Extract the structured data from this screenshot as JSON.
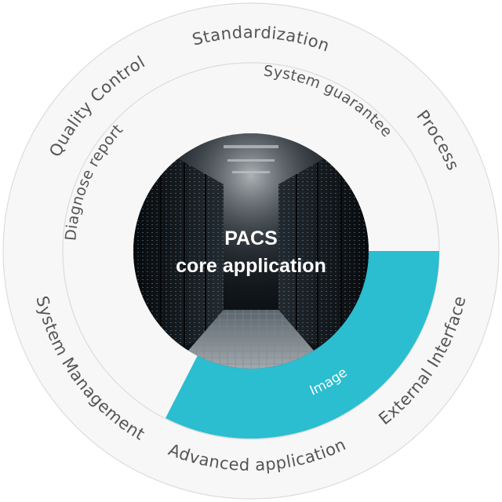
{
  "center": {
    "line1": "PACS",
    "line2": "core application"
  },
  "outer_ring": {
    "labels": {
      "standardization": "Standardization",
      "process": "Process",
      "external_interface": "External Interface",
      "advanced_application": "Advanced application",
      "system_management": "System Management",
      "quality_control": "Quality Control"
    }
  },
  "inner_ring": {
    "labels": {
      "system_guarantee": "System guarantee",
      "image": "Image",
      "diagnose_report": "Diagnose report"
    },
    "highlight_segment": "image"
  },
  "colors": {
    "accent": "#2bbdd0",
    "ring_stroke": "#dcdcdc",
    "label_text": "#555555",
    "center_text": "#ffffff"
  },
  "icons": {
    "center_photo": "server-room-aisle-image"
  }
}
